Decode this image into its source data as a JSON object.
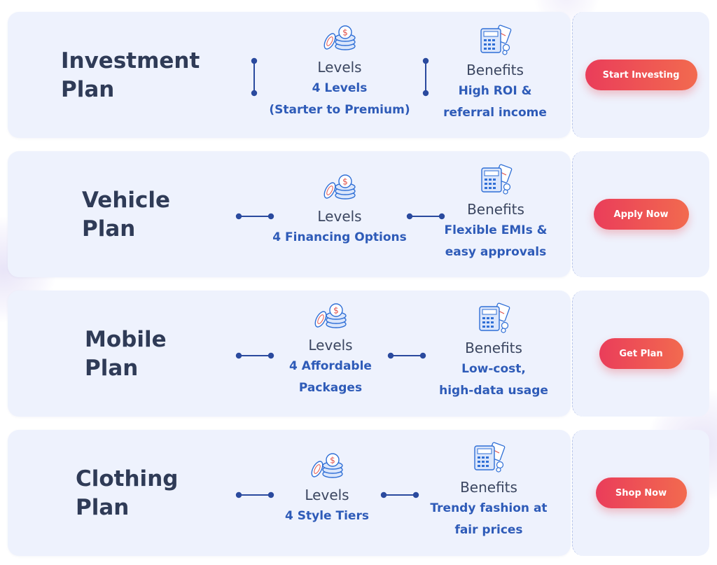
{
  "plans": [
    {
      "title": "Investment\nPlan",
      "levels_heading": "Levels",
      "levels_detail": "4 Levels\n(Starter to Premium)",
      "benefits_heading": "Benefits",
      "benefits_detail": "High ROI &\nreferral income",
      "cta_label": "Start Investing"
    },
    {
      "title": "Vehicle\nPlan",
      "levels_heading": "Levels",
      "levels_detail": "4 Financing Options",
      "benefits_heading": "Benefits",
      "benefits_detail": "Flexible EMIs &\neasy approvals",
      "cta_label": "Apply Now"
    },
    {
      "title": "Mobile\nPlan",
      "levels_heading": "Levels",
      "levels_detail": "4 Affordable\nPackages",
      "benefits_heading": "Benefits",
      "benefits_detail": "Low-cost,\nhigh-data usage",
      "cta_label": "Get Plan"
    },
    {
      "title": "Clothing\nPlan",
      "levels_heading": "Levels",
      "levels_detail": "4 Style Tiers",
      "benefits_heading": "Benefits",
      "benefits_detail": "Trendy fashion at\nfair prices",
      "cta_label": "Shop Now"
    }
  ],
  "icons": {
    "levels": "coins-icon",
    "benefits": "calculator-icon",
    "connector": "connector-icon"
  },
  "colors": {
    "card_background": "#eef2fd",
    "title_text": "#2f3b57",
    "detail_text": "#2e5bb8",
    "connector": "#2a4a9e",
    "cta_gradient_start": "#ea3d5a",
    "cta_gradient_end": "#f26a4f"
  }
}
